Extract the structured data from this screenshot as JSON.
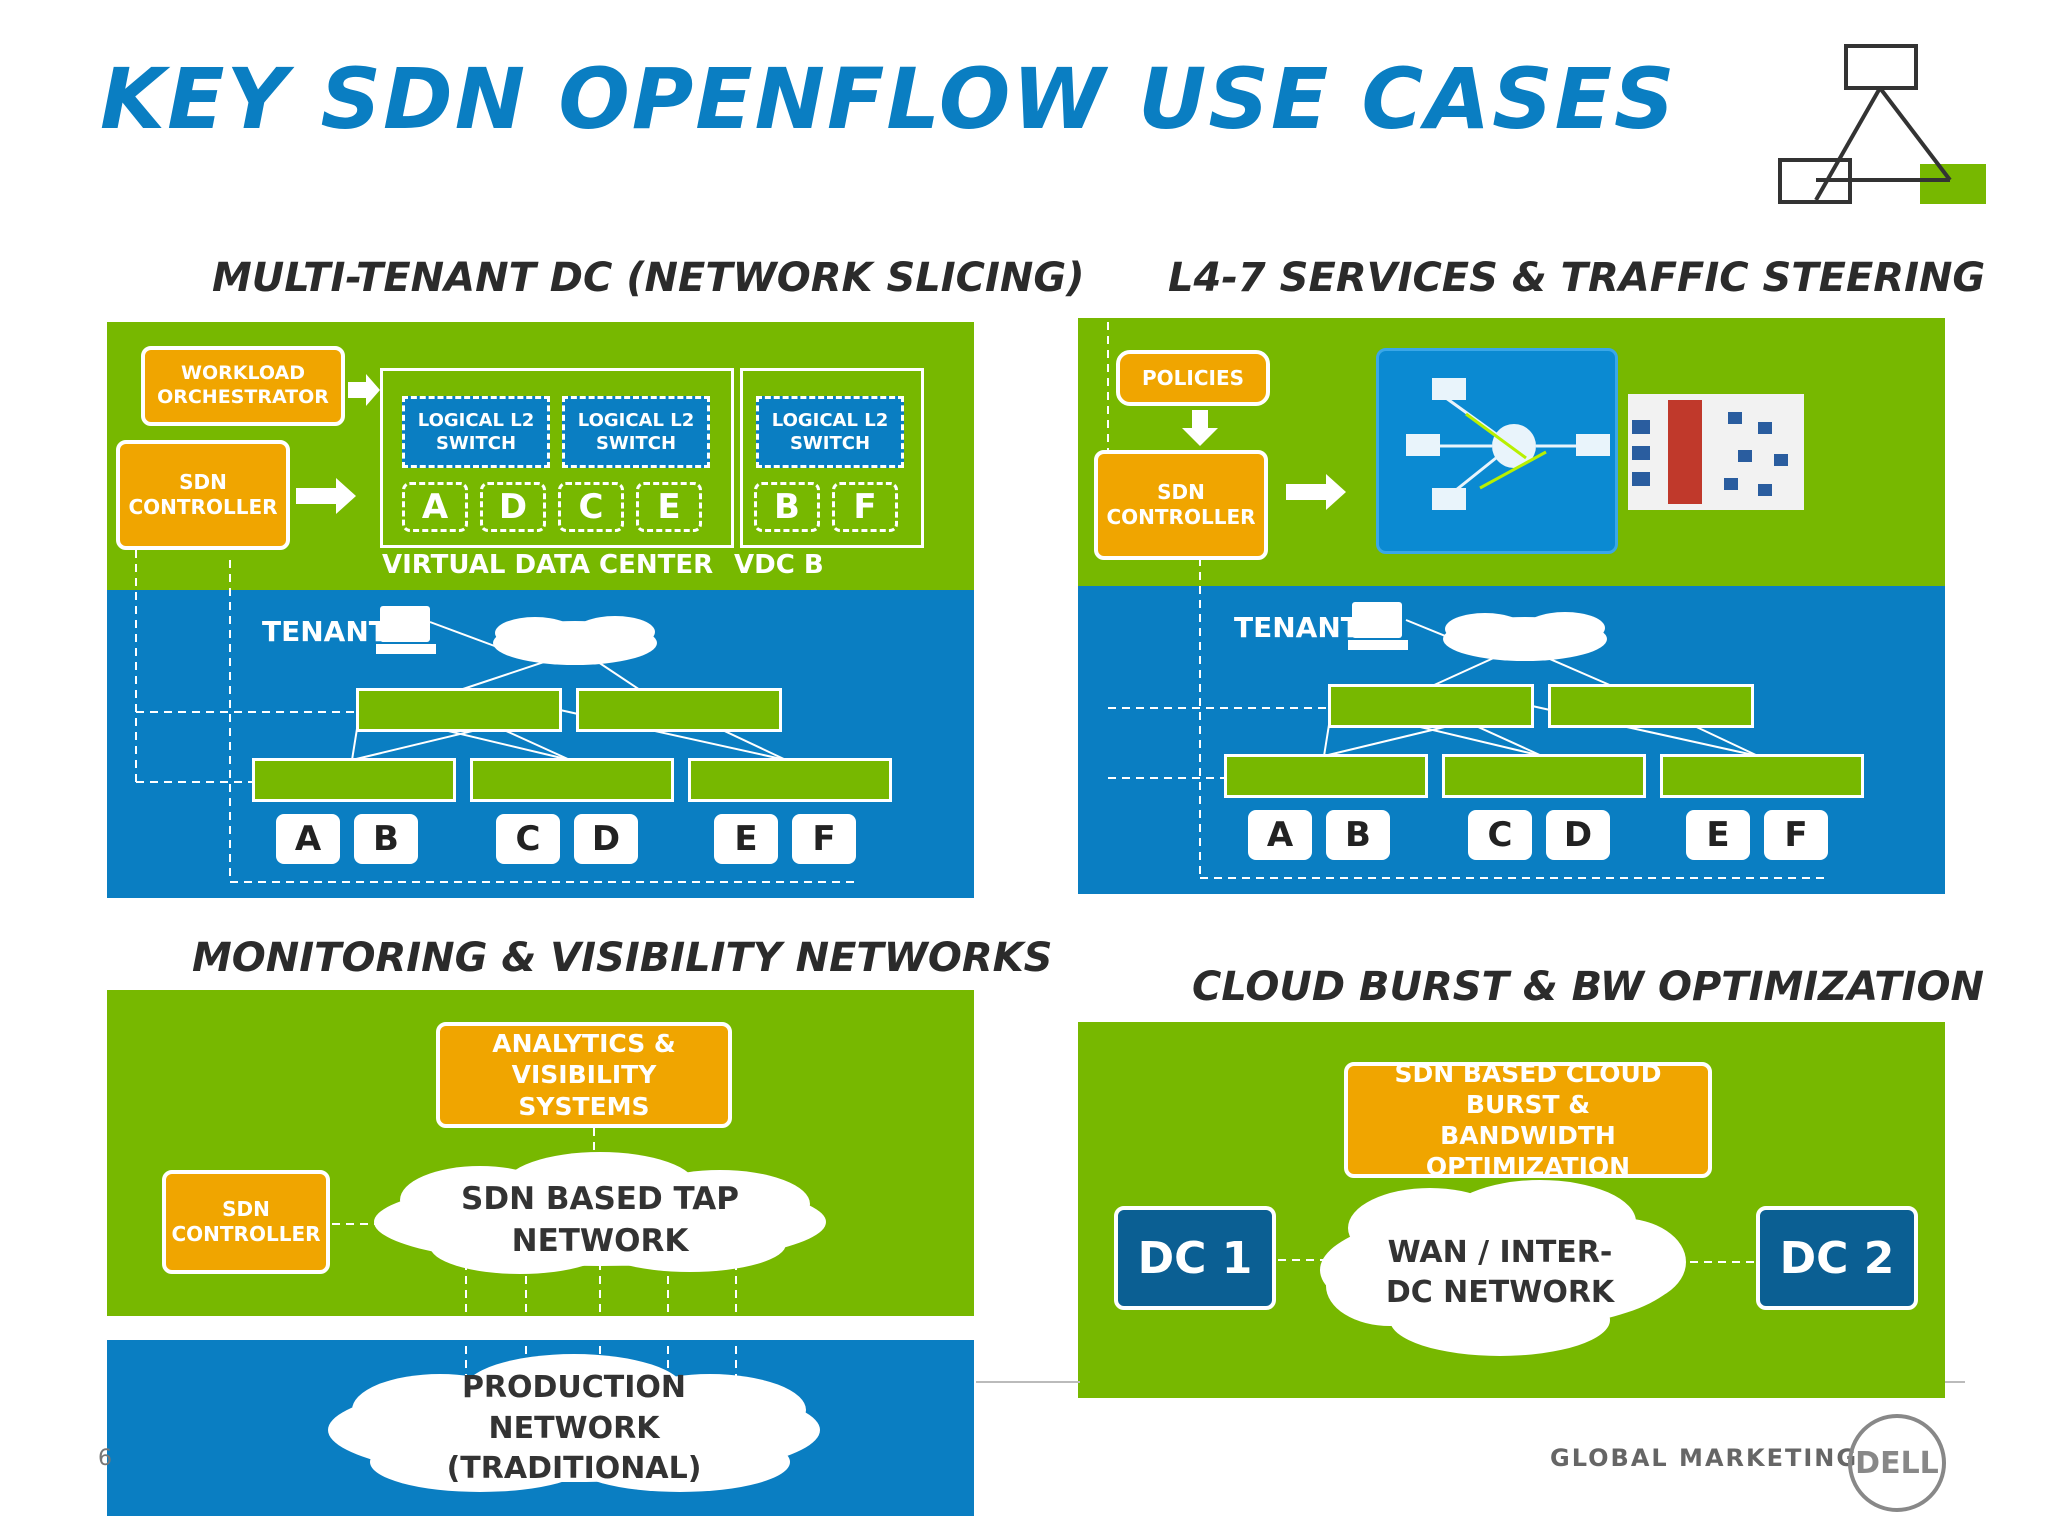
{
  "title": "KEY SDN OPENFLOW USE CASES",
  "sections": {
    "multi_tenant": {
      "title": "MULTI-TENANT DC (NETWORK SLICING)",
      "workload": "WORKLOAD ORCHESTRATOR",
      "controller": "SDN CONTROLLER",
      "l2": [
        "LOGICAL L2 SWITCH",
        "LOGICAL L2 SWITCH",
        "LOGICAL L2 SWITCH"
      ],
      "vms": [
        "A",
        "D",
        "C",
        "E",
        "B",
        "F"
      ],
      "vdc_label": "VIRTUAL DATA CENTER",
      "vdcb_label": "VDC B",
      "tenant": "TENANT",
      "hosts": [
        "A",
        "B",
        "C",
        "D",
        "E",
        "F"
      ]
    },
    "l47": {
      "title": "L4-7 SERVICES & TRAFFIC STEERING",
      "policies": "POLICIES",
      "controller": "SDN CONTROLLER",
      "tenant": "TENANT",
      "hosts": [
        "A",
        "B",
        "C",
        "D",
        "E",
        "F"
      ]
    },
    "monitoring": {
      "title": "MONITORING & VISIBILITY NETWORKS",
      "analytics": "ANALYTICS & VISIBILITY SYSTEMS",
      "controller": "SDN CONTROLLER",
      "tap": "SDN BASED TAP NETWORK",
      "production": "PRODUCTION NETWORK (TRADITIONAL)"
    },
    "cloudburst": {
      "title": "CLOUD BURST & BW OPTIMIZATION",
      "box": "SDN BASED CLOUD BURST & BANDWIDTH OPTIMIZATION",
      "dc1": "DC 1",
      "dc2": "DC 2",
      "wan": "WAN / INTER-DC NETWORK"
    }
  },
  "footer": {
    "marketing": "GLOBAL MARKETING",
    "logo": "DELL",
    "left_fragment": "6"
  },
  "colors": {
    "green": "#77b800",
    "blue": "#0a7ec2",
    "orange": "#f0a500",
    "dark_blue": "#0b5f93"
  }
}
